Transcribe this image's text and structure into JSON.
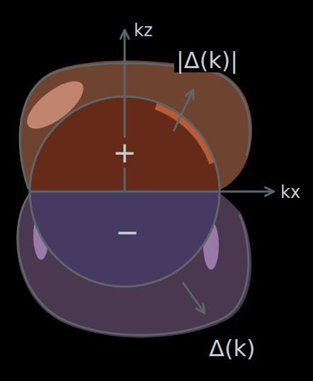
{
  "diagram": {
    "labels": [
      "kz",
      "|Δ(k)|",
      "+",
      "kx",
      "−",
      "Δ(k)"
    ]
  }
}
